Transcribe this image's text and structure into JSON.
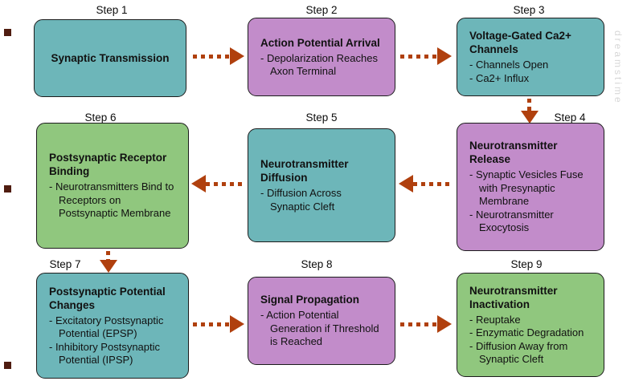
{
  "diagram": {
    "palette": {
      "teal": "#6db6b9",
      "purple": "#c28cca",
      "green": "#90c77e",
      "arrow": "#b0400e",
      "box_border": "#1c1c1c",
      "text": "#111111"
    },
    "watermark": {
      "side_text": "dreamstime"
    },
    "steps": [
      {
        "label": "Step 1",
        "title": "Synaptic Transmission",
        "color": "#6db6b9",
        "bullets": []
      },
      {
        "label": "Step 2",
        "title": "Action Potential Arrival",
        "color": "#c28cca",
        "bullets": [
          "- Depolarization Reaches Axon Terminal"
        ]
      },
      {
        "label": "Step 3",
        "title": "Voltage-Gated Ca2+ Channels",
        "color": "#6db6b9",
        "bullets": [
          "- Channels Open",
          "- Ca2+ Influx"
        ]
      },
      {
        "label": "Step 4",
        "title": "Neurotransmitter Release",
        "color": "#c28cca",
        "bullets": [
          "- Synaptic Vesicles Fuse with Presynaptic Membrane",
          "- Neurotransmitter Exocytosis"
        ]
      },
      {
        "label": "Step 5",
        "title": "Neurotransmitter Diffusion",
        "color": "#6db6b9",
        "bullets": [
          "- Diffusion Across Synaptic Cleft"
        ]
      },
      {
        "label": "Step 6",
        "title": "Postsynaptic Receptor Binding",
        "color": "#90c77e",
        "bullets": [
          "- Neurotransmitters Bind to Receptors on Postsynaptic Membrane"
        ]
      },
      {
        "label": "Step 7",
        "title": "Postsynaptic Potential Changes",
        "color": "#6db6b9",
        "bullets": [
          "- Excitatory Postsynaptic Potential (EPSP)",
          "- Inhibitory Postsynaptic Potential (IPSP)"
        ]
      },
      {
        "label": "Step 8",
        "title": "Signal Propagation",
        "color": "#c28cca",
        "bullets": [
          "- Action Potential Generation if Threshold is Reached"
        ]
      },
      {
        "label": "Step 9",
        "title": "Neurotransmitter Inactivation",
        "color": "#90c77e",
        "bullets": [
          "- Reuptake",
          "- Enzymatic Degradation",
          "- Diffusion Away from Synaptic Cleft"
        ]
      }
    ]
  }
}
